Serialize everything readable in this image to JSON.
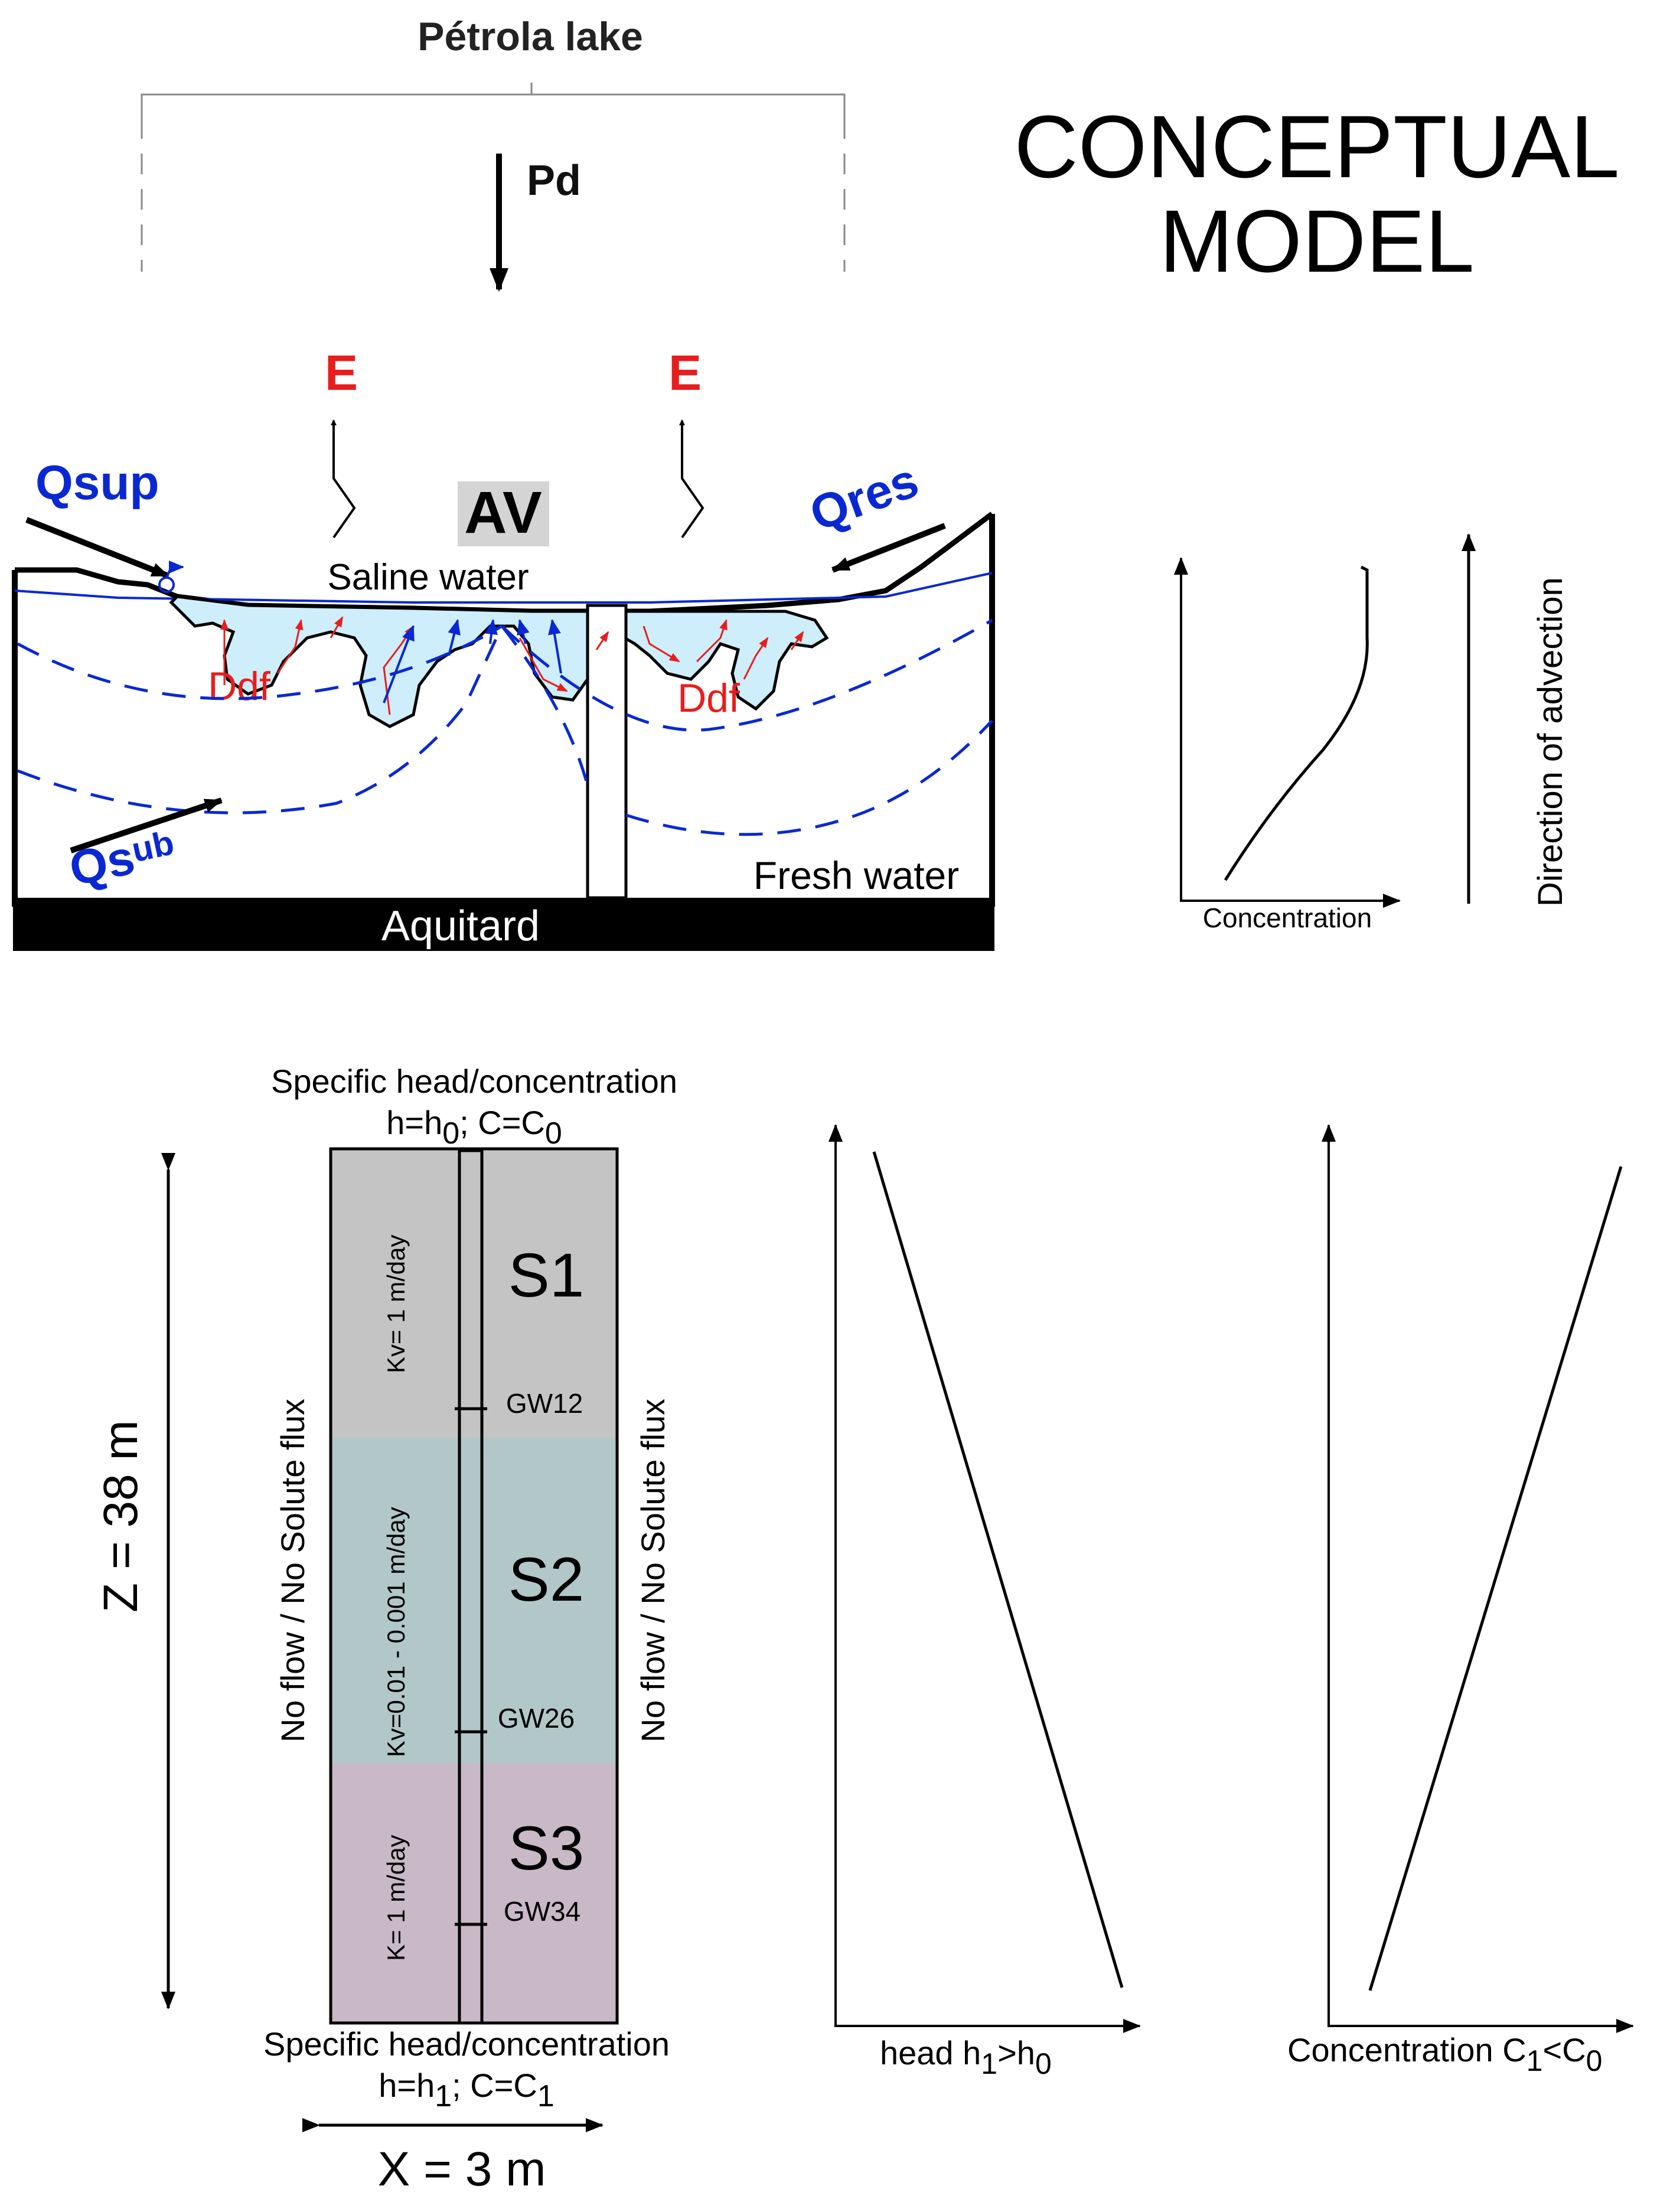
{
  "title": {
    "line1": "CONCEPTUAL",
    "line2": "MODEL"
  },
  "lake_name": "Pétrola lake",
  "labels": {
    "precipitation": "Pd",
    "evaporation": "E",
    "surface_inflow": "Qsup",
    "residual_inflow": "Qres",
    "subsurface_inflow_main": "Qs",
    "subsurface_inflow_sub": "ub",
    "area_volume": "AV",
    "saline_water": "Saline water",
    "fresh_water": "Fresh water",
    "aquitard": "Aquitard",
    "density_flow": "Ddf"
  },
  "profile_plot": {
    "x_label": "Concentration",
    "direction_label": "Direction of advection"
  },
  "column_model": {
    "top_boundary_line1": "Specific head/concentration",
    "top_boundary_h": "h=h",
    "top_boundary_h_sub": "0",
    "top_boundary_c": "; C=C",
    "top_boundary_c_sub": "0",
    "bottom_boundary_line1": "Specific head/concentration",
    "bottom_boundary_h": "h=h",
    "bottom_boundary_h_sub": "1",
    "bottom_boundary_c": "; C=C",
    "bottom_boundary_c_sub": "1",
    "height_label": "Z = 38 m",
    "width_label": "X = 3 m",
    "side_boundary": "No flow / No Solute flux",
    "layers": [
      {
        "name": "S1",
        "conductivity": "Kv= 1 m/day",
        "well": "GW12",
        "color": "#c4c4c4"
      },
      {
        "name": "S2",
        "conductivity": "Kv=0.01 - 0.001 m/day",
        "well": "GW26",
        "color": "#b2c7c8"
      },
      {
        "name": "S3",
        "conductivity": "K= 1 m/day",
        "well": "GW34",
        "color": "#c9b8c6"
      }
    ]
  },
  "head_plot": {
    "x_label": "head h",
    "x_sub1": "1",
    "x_mid": ">h",
    "x_sub2": "0"
  },
  "conc_plot": {
    "x_label": "Concentration C",
    "x_sub1": "1",
    "x_mid": "<C",
    "x_sub2": "0"
  },
  "colors": {
    "blue": "#0a28d2",
    "red": "#e81d1d",
    "saline": "#cdeefa",
    "black": "#000000"
  }
}
